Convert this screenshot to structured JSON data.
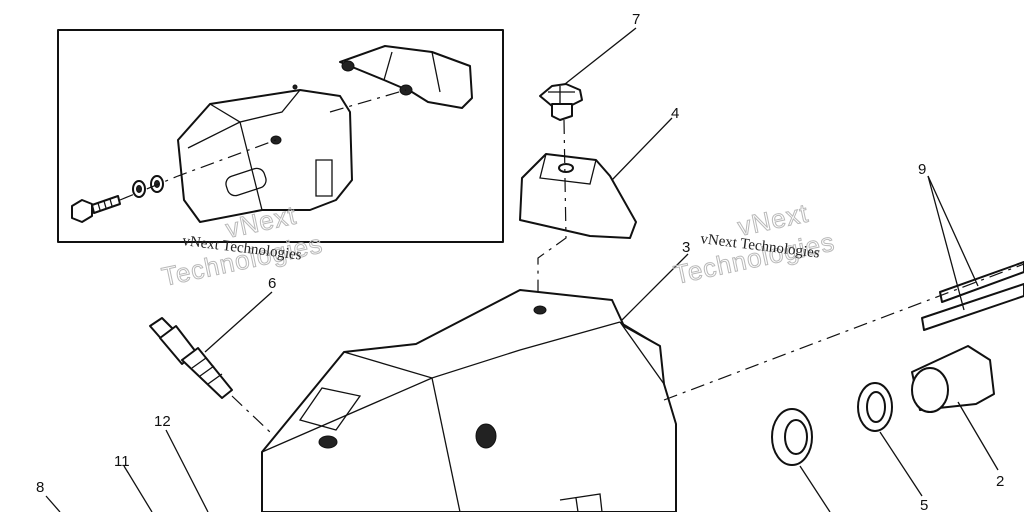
{
  "callouts": {
    "n2": "2",
    "n3": "3",
    "n4": "4",
    "n5": "5",
    "n6": "6",
    "n7": "7",
    "n8": "8",
    "n9": "9",
    "n11": "11",
    "n12": "12"
  },
  "watermark": {
    "small_text": "vNext Technologies",
    "large_line1": "vNext",
    "large_line2": "Technologies"
  }
}
